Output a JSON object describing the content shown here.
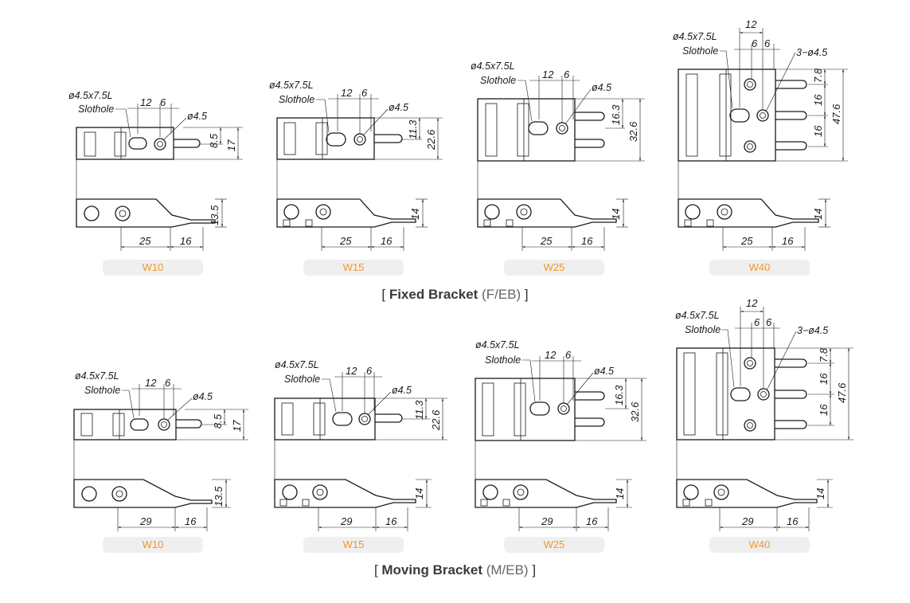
{
  "sections": [
    {
      "title_open": "[ ",
      "title_bold": "Fixed Bracket",
      "title_code": " (F/EB)",
      "title_close": " ]"
    },
    {
      "title_open": "[ ",
      "title_bold": "Moving Bracket",
      "title_code": " (M/EB)",
      "title_close": " ]"
    }
  ],
  "slot_label": "ø4.5x7.5L",
  "slot_label2": "Slothole",
  "hole_label": "ø4.5",
  "hole_label_w40": "3−ø4.5",
  "fixed": [
    {
      "badge": "W10",
      "dim_12": "12",
      "dim_6": "6",
      "h1": "8.5",
      "h2": "17",
      "h3": "13.5",
      "b1": "25",
      "b2": "16"
    },
    {
      "badge": "W15",
      "dim_12": "12",
      "dim_6": "6",
      "h1": "11.3",
      "h2": "22.6",
      "h3": "14",
      "b1": "25",
      "b2": "16"
    },
    {
      "badge": "W25",
      "dim_12": "12",
      "dim_6": "6",
      "h1": "16.3",
      "h2": "32.6",
      "h3": "14",
      "b1": "25",
      "b2": "16"
    },
    {
      "badge": "W40",
      "dim_12": "12",
      "dim_6a": "6",
      "dim_6b": "6",
      "h1": "7.8",
      "h1b": "16",
      "h1c": "16",
      "h2": "47.6",
      "h3": "14",
      "b1": "25",
      "b2": "16"
    }
  ],
  "moving": [
    {
      "badge": "W10",
      "dim_12": "12",
      "dim_6": "6",
      "h1": "8.5",
      "h2": "17",
      "h3": "13.5",
      "b1": "29",
      "b2": "16"
    },
    {
      "badge": "W15",
      "dim_12": "12",
      "dim_6": "6",
      "h1": "11.3",
      "h2": "22.6",
      "h3": "14",
      "b1": "29",
      "b2": "16"
    },
    {
      "badge": "W25",
      "dim_12": "12",
      "dim_6": "6",
      "h1": "16.3",
      "h2": "32.6",
      "h3": "14",
      "b1": "29",
      "b2": "16"
    },
    {
      "badge": "W40",
      "dim_12": "12",
      "dim_6a": "6",
      "dim_6b": "6",
      "h1": "7.8",
      "h1b": "16",
      "h1c": "16",
      "h2": "47.6",
      "h3": "14",
      "b1": "29",
      "b2": "16"
    }
  ]
}
